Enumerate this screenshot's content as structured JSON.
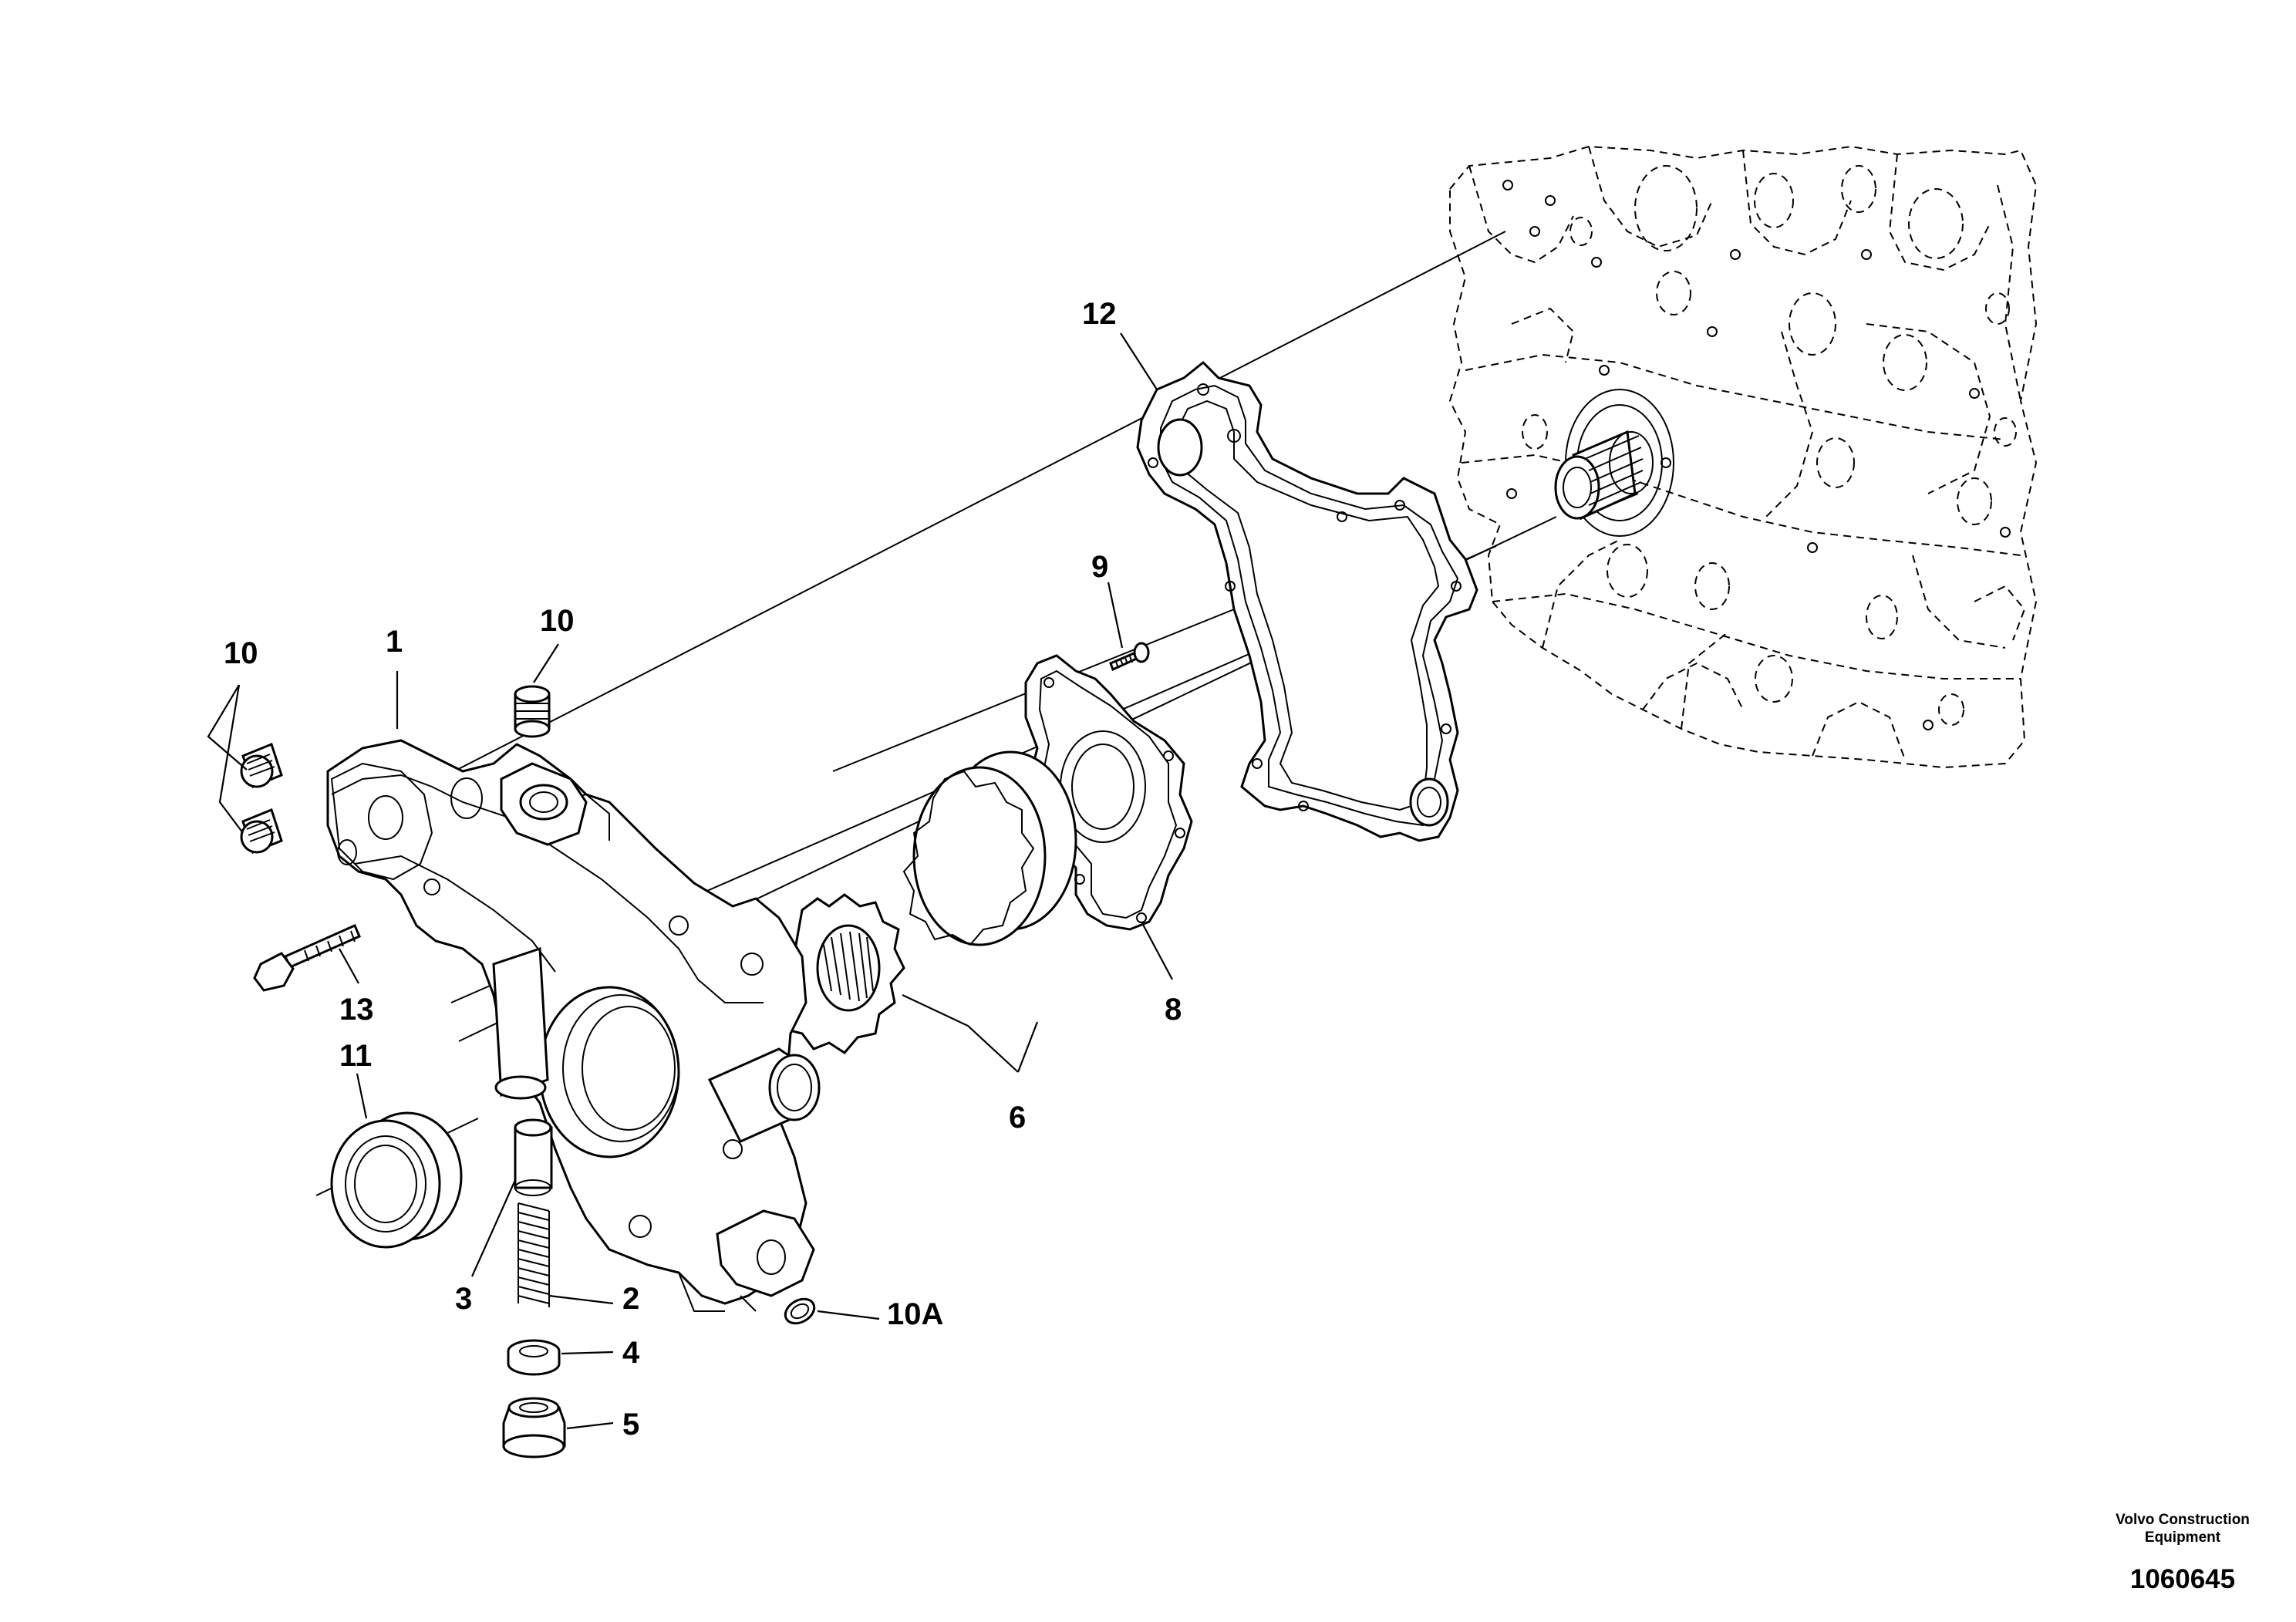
{
  "diagram": {
    "callouts": {
      "c1": "1",
      "c2": "2",
      "c3": "3",
      "c4": "4",
      "c5": "5",
      "c6": "6",
      "c8": "8",
      "c9": "9",
      "c10_left": "10",
      "c10_top": "10",
      "c10a": "10A",
      "c11": "11",
      "c12": "12",
      "c13": "13"
    }
  },
  "footer": {
    "company_line1": "Volvo Construction",
    "company_line2": "Equipment",
    "document_number": "1060645"
  }
}
